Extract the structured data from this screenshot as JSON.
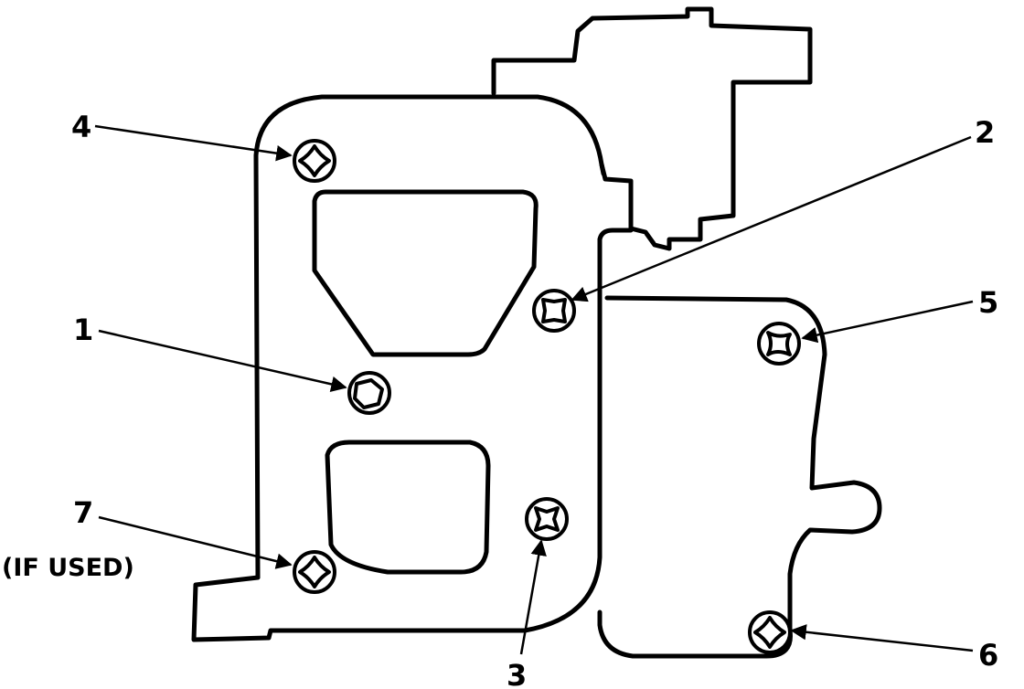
{
  "diagram": {
    "callouts": [
      {
        "id": "1",
        "label": "1"
      },
      {
        "id": "2",
        "label": "2"
      },
      {
        "id": "3",
        "label": "3"
      },
      {
        "id": "4",
        "label": "4"
      },
      {
        "id": "5",
        "label": "5"
      },
      {
        "id": "6",
        "label": "6"
      },
      {
        "id": "7",
        "label": "7"
      }
    ],
    "note_7": "(IF USED)"
  }
}
